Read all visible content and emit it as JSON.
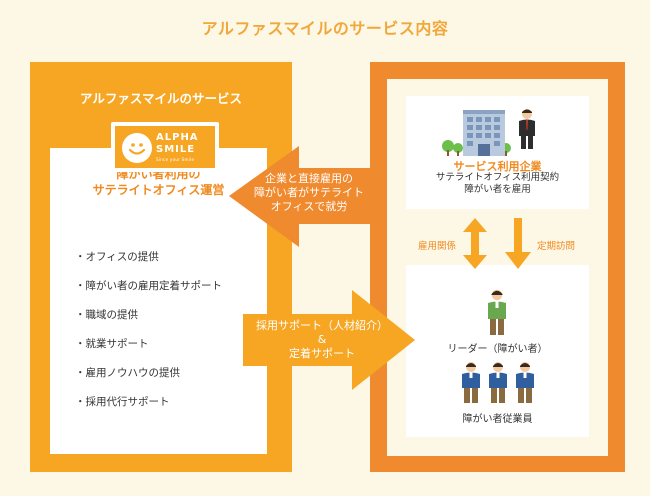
{
  "title": "アルファスマイルのサービス内容",
  "left": {
    "title": "アルファスマイルのサービス",
    "logo": {
      "line1": "ALPHA",
      "line2": "SMILE",
      "sub": "Since your Smile"
    },
    "heading_line1": "障がい者利用の",
    "heading_line2": "サテライトオフィス運営",
    "services": [
      "・オフィスの提供",
      "・障がい者の雇用定着サポート",
      "・職域の提供",
      "・就業サポート",
      "・雇用ノウハウの提供",
      "・採用代行サポート"
    ]
  },
  "arrow_top": {
    "line1": "企業と直接雇用の",
    "line2": "障がい者がサテライト",
    "line3": "オフィスで就労"
  },
  "arrow_bottom": {
    "line1": "採用サポート（人材紹介）",
    "line2": "&",
    "line3": "定着サポート"
  },
  "right": {
    "company_name": "サービス利用企業",
    "company_desc1": "サテライトオフィス利用契約",
    "company_desc2": "障がい者を雇用",
    "label_employment": "雇用関係",
    "label_visit": "定期訪問",
    "leader_label": "リーダー（障がい者）",
    "staff_label": "障がい者従業員"
  },
  "colors": {
    "orange_light": "#f6a623",
    "orange_dark": "#f08a2e",
    "background": "#fdf7e6"
  }
}
